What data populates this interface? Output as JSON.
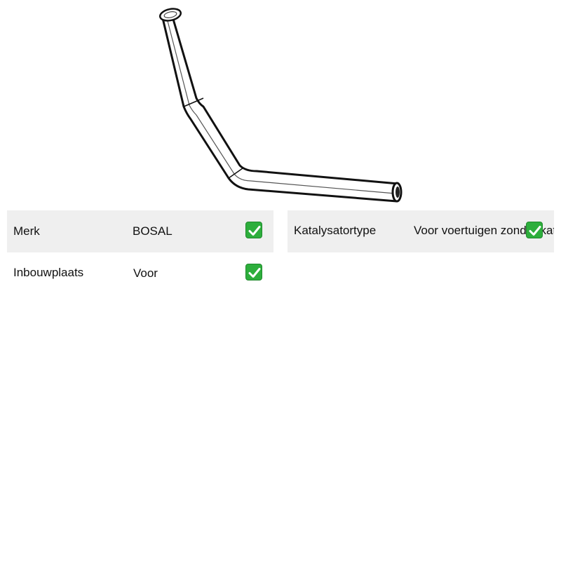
{
  "product": {
    "image_icon": "exhaust-pipe-image"
  },
  "specs": {
    "brand": {
      "label": "Merk",
      "value": "BOSAL",
      "icon": "check-mark-icon"
    },
    "catalyst_type": {
      "label": "Katalysatortype",
      "value": "Voor voertuigen zonder katalysator",
      "icon": "check-mark-icon"
    },
    "mounting_position": {
      "label": "Inbouwplaats",
      "value": "Voor",
      "icon": "check-mark-icon"
    }
  },
  "colors": {
    "row_shade": "#efefef",
    "check_green": "#2dae3c"
  }
}
